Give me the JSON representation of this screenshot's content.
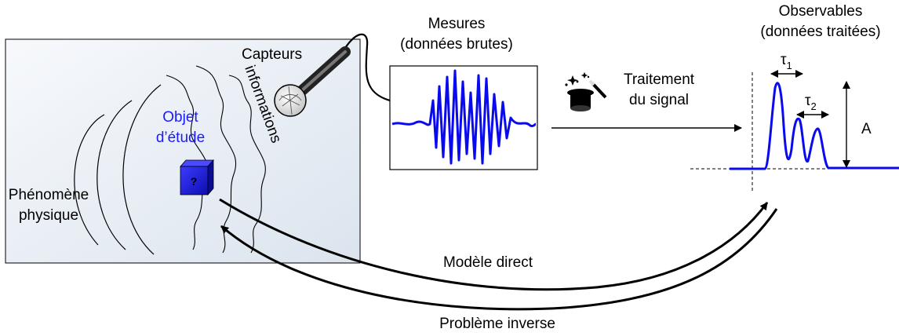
{
  "box": {
    "phenomenon": [
      "Phénomène",
      "physique"
    ],
    "object": [
      "Objet",
      "d’étude"
    ],
    "object_symbol": "?",
    "sensors": "Capteurs",
    "information": "informations"
  },
  "measures": {
    "title": [
      "Mesures",
      "(données brutes)"
    ]
  },
  "processing": {
    "label": [
      "Traitement",
      "du signal"
    ]
  },
  "observables": {
    "title": [
      "Observables",
      "(données traitées)"
    ],
    "tau1": "τ",
    "tau1_sub": "1",
    "tau2": "τ",
    "tau2_sub": "2",
    "amplitude": "A"
  },
  "arrows": {
    "direct": "Modèle direct",
    "inverse": "Problème inverse"
  },
  "colors": {
    "signal": "#0a0aee",
    "object": "#1515d8",
    "panel_top": "#f7f9fc",
    "panel_bottom": "#dde6f0"
  }
}
